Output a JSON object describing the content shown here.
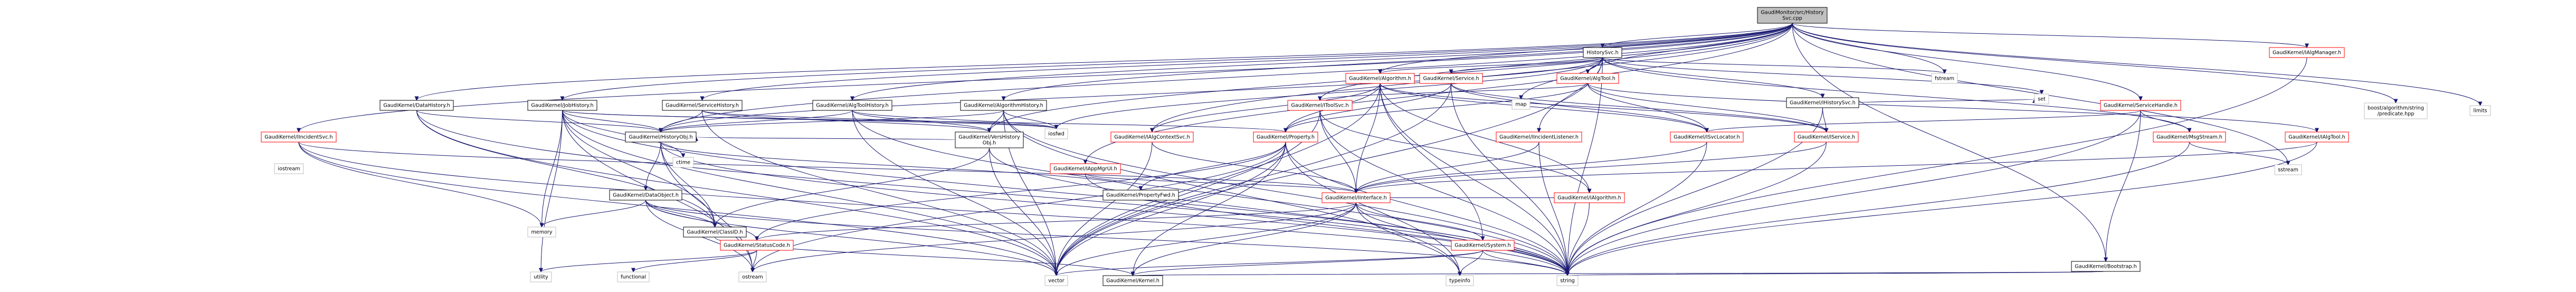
{
  "colors": {
    "edge": "#191970",
    "root_fill": "#bfbfbf",
    "documented_border": "#000000",
    "undocumented_border": "#bfbfbf",
    "incomplete_border": "#ff0000",
    "node_fill": "#ffffff",
    "text": "#000000"
  },
  "nodes": [
    {
      "id": "root",
      "lines": [
        "GaudiMonitor/src/History",
        "Svc.cpp"
      ],
      "kind": "root"
    },
    {
      "id": "dataHistory",
      "lines": [
        "GaudiKernel/DataHistory.h"
      ],
      "kind": "doc"
    },
    {
      "id": "jobHistory",
      "lines": [
        "GaudiKernel/JobHistory.h"
      ],
      "kind": "doc"
    },
    {
      "id": "serviceHistory",
      "lines": [
        "GaudiKernel/ServiceHistory.h"
      ],
      "kind": "doc"
    },
    {
      "id": "algToolHistory",
      "lines": [
        "GaudiKernel/AlgToolHistory.h"
      ],
      "kind": "doc"
    },
    {
      "id": "algorithmHistory",
      "lines": [
        "GaudiKernel/AlgorithmHistory.h"
      ],
      "kind": "doc"
    },
    {
      "id": "historySvcH",
      "lines": [
        "HistorySvc.h"
      ],
      "kind": "doc"
    },
    {
      "id": "bootstrap",
      "lines": [
        "GaudiKernel/Bootstrap.h"
      ],
      "kind": "doc"
    },
    {
      "id": "algorithm",
      "lines": [
        "GaudiKernel/Algorithm.h"
      ],
      "kind": "incomplete"
    },
    {
      "id": "algTool",
      "lines": [
        "GaudiKernel/AlgTool.h"
      ],
      "kind": "incomplete"
    },
    {
      "id": "service",
      "lines": [
        "GaudiKernel/Service.h"
      ],
      "kind": "incomplete"
    },
    {
      "id": "iHistorySvc",
      "lines": [
        "GaudiKernel/IHistorySvc.h"
      ],
      "kind": "doc"
    },
    {
      "id": "serviceHandle",
      "lines": [
        "GaudiKernel/ServiceHandle.h"
      ],
      "kind": "incomplete"
    },
    {
      "id": "iAlgManager",
      "lines": [
        "GaudiKernel/IAlgManager.h"
      ],
      "kind": "incomplete"
    },
    {
      "id": "iToolSvc",
      "lines": [
        "GaudiKernel/IToolSvc.h"
      ],
      "kind": "incomplete"
    },
    {
      "id": "iIncidentSvc",
      "lines": [
        "GaudiKernel/IIncidentSvc.h"
      ],
      "kind": "incomplete"
    },
    {
      "id": "iAppMgrUI",
      "lines": [
        "GaudiKernel/IAppMgrUI.h"
      ],
      "kind": "incomplete"
    },
    {
      "id": "ioStream",
      "lines": [
        "iostream"
      ],
      "kind": "undoc"
    },
    {
      "id": "fstream",
      "lines": [
        "fstream"
      ],
      "kind": "undoc"
    },
    {
      "id": "map",
      "lines": [
        "map"
      ],
      "kind": "undoc"
    },
    {
      "id": "set",
      "lines": [
        "set"
      ],
      "kind": "undoc"
    },
    {
      "id": "limits",
      "lines": [
        "limits"
      ],
      "kind": "undoc"
    },
    {
      "id": "boostPred",
      "lines": [
        "boost/algorithm/string",
        "/predicate.hpp"
      ],
      "kind": "undoc"
    },
    {
      "id": "sstream",
      "lines": [
        "sstream"
      ],
      "kind": "undoc"
    },
    {
      "id": "ctime",
      "lines": [
        "ctime"
      ],
      "kind": "undoc"
    },
    {
      "id": "iosfwd",
      "lines": [
        "iosfwd"
      ],
      "kind": "undoc"
    },
    {
      "id": "historyObj",
      "lines": [
        "GaudiKernel/HistoryObj.h"
      ],
      "kind": "doc"
    },
    {
      "id": "versHistoryObj",
      "lines": [
        "GaudiKernel/VersHistory",
        "Obj.h"
      ],
      "kind": "doc"
    },
    {
      "id": "iAlgContextSvc",
      "lines": [
        "GaudiKernel/IAlgContextSvc.h"
      ],
      "kind": "incomplete"
    },
    {
      "id": "iIncidentListener",
      "lines": [
        "GaudiKernel/IIncidentListener.h"
      ],
      "kind": "incomplete"
    },
    {
      "id": "iSvcLocator",
      "lines": [
        "GaudiKernel/ISvcLocator.h"
      ],
      "kind": "incomplete"
    },
    {
      "id": "iService",
      "lines": [
        "GaudiKernel/IService.h"
      ],
      "kind": "incomplete"
    },
    {
      "id": "msgStream",
      "lines": [
        "GaudiKernel/MsgStream.h"
      ],
      "kind": "incomplete"
    },
    {
      "id": "iAlgTool",
      "lines": [
        "GaudiKernel/IAlgTool.h"
      ],
      "kind": "incomplete"
    },
    {
      "id": "property",
      "lines": [
        "GaudiKernel/Property.h"
      ],
      "kind": "incomplete"
    },
    {
      "id": "dataObject",
      "lines": [
        "GaudiKernel/DataObject.h"
      ],
      "kind": "doc"
    },
    {
      "id": "propertyFwd",
      "lines": [
        "GaudiKernel/PropertyFwd.h"
      ],
      "kind": "doc"
    },
    {
      "id": "iInterface",
      "lines": [
        "GaudiKernel/IInterface.h"
      ],
      "kind": "incomplete"
    },
    {
      "id": "iAlgorithm",
      "lines": [
        "GaudiKernel/IAlgorithm.h"
      ],
      "kind": "incomplete"
    },
    {
      "id": "classID",
      "lines": [
        "GaudiKernel/ClassID.h"
      ],
      "kind": "doc"
    },
    {
      "id": "statusCode",
      "lines": [
        "GaudiKernel/StatusCode.h"
      ],
      "kind": "incomplete"
    },
    {
      "id": "system",
      "lines": [
        "GaudiKernel/System.h"
      ],
      "kind": "incomplete"
    },
    {
      "id": "memory",
      "lines": [
        "memory"
      ],
      "kind": "undoc"
    },
    {
      "id": "utility",
      "lines": [
        "utility"
      ],
      "kind": "undoc"
    },
    {
      "id": "functional",
      "lines": [
        "functional"
      ],
      "kind": "undoc"
    },
    {
      "id": "ostream",
      "lines": [
        "ostream"
      ],
      "kind": "undoc"
    },
    {
      "id": "vector",
      "lines": [
        "vector"
      ],
      "kind": "undoc"
    },
    {
      "id": "kernel",
      "lines": [
        "GaudiKernel/Kernel.h"
      ],
      "kind": "doc"
    },
    {
      "id": "typeinfo",
      "lines": [
        "typeinfo"
      ],
      "kind": "undoc"
    },
    {
      "id": "string",
      "lines": [
        "string"
      ],
      "kind": "undoc"
    }
  ],
  "edges": [
    [
      "root",
      "dataHistory"
    ],
    [
      "root",
      "jobHistory"
    ],
    [
      "root",
      "serviceHistory"
    ],
    [
      "root",
      "algToolHistory"
    ],
    [
      "root",
      "algorithmHistory"
    ],
    [
      "root",
      "historySvcH"
    ],
    [
      "root",
      "bootstrap"
    ],
    [
      "root",
      "iAlgManager"
    ],
    [
      "root",
      "iToolSvc"
    ],
    [
      "root",
      "iAlgContextSvc"
    ],
    [
      "root",
      "iIncidentSvc"
    ],
    [
      "root",
      "iAppMgrUI"
    ],
    [
      "root",
      "algorithm"
    ],
    [
      "root",
      "algTool"
    ],
    [
      "root",
      "serviceHandle"
    ],
    [
      "root",
      "iostream"
    ],
    [
      "root",
      "fstream"
    ],
    [
      "root",
      "limits"
    ],
    [
      "root",
      "boostPred"
    ],
    [
      "root",
      "sstream"
    ],
    [
      "root",
      "historyObj"
    ],
    [
      "root",
      "versHistoryObj"
    ],
    [
      "historySvcH",
      "algorithm"
    ],
    [
      "historySvcH",
      "service"
    ],
    [
      "historySvcH",
      "iHistorySvc"
    ],
    [
      "historySvcH",
      "algTool"
    ],
    [
      "historySvcH",
      "iIncidentListener"
    ],
    [
      "historySvcH",
      "historyObj"
    ],
    [
      "historySvcH",
      "map"
    ],
    [
      "historySvcH",
      "set"
    ],
    [
      "historySvcH",
      "fstream"
    ],
    [
      "historySvcH",
      "msgStream"
    ],
    [
      "historySvcH",
      "iosfwd"
    ],
    [
      "historySvcH",
      "vector"
    ],
    [
      "historySvcH",
      "string"
    ],
    [
      "dataHistory",
      "historyObj"
    ],
    [
      "dataHistory",
      "iostream"
    ],
    [
      "dataHistory",
      "classID"
    ],
    [
      "dataHistory",
      "string"
    ],
    [
      "dataHistory",
      "vector"
    ],
    [
      "jobHistory",
      "historyObj"
    ],
    [
      "jobHistory",
      "iosfwd"
    ],
    [
      "jobHistory",
      "ctime"
    ],
    [
      "jobHistory",
      "memory"
    ],
    [
      "jobHistory",
      "string"
    ],
    [
      "jobHistory",
      "vector"
    ],
    [
      "jobHistory",
      "utility"
    ],
    [
      "jobHistory",
      "ostream"
    ],
    [
      "jobHistory",
      "classID"
    ],
    [
      "jobHistory",
      "property"
    ],
    [
      "serviceHistory",
      "historyObj"
    ],
    [
      "serviceHistory",
      "iosfwd"
    ],
    [
      "serviceHistory",
      "versHistoryObj"
    ],
    [
      "serviceHistory",
      "vector"
    ],
    [
      "algToolHistory",
      "historyObj"
    ],
    [
      "algToolHistory",
      "versHistoryObj"
    ],
    [
      "algToolHistory",
      "iosfwd"
    ],
    [
      "algToolHistory",
      "vector"
    ],
    [
      "algToolHistory",
      "string"
    ],
    [
      "algorithmHistory",
      "historyObj"
    ],
    [
      "algorithmHistory",
      "versHistoryObj"
    ],
    [
      "algorithmHistory",
      "iosfwd"
    ],
    [
      "algorithmHistory",
      "vector"
    ],
    [
      "algorithmHistory",
      "typeinfo"
    ],
    [
      "algorithmHistory",
      "string"
    ],
    [
      "historyObj",
      "dataObject"
    ],
    [
      "historyObj",
      "classID"
    ],
    [
      "historyObj",
      "propertyFwd"
    ],
    [
      "historyObj",
      "ostream"
    ],
    [
      "historyObj",
      "string"
    ],
    [
      "versHistoryObj",
      "historyObj"
    ],
    [
      "versHistoryObj",
      "string"
    ],
    [
      "versHistoryObj",
      "vector"
    ],
    [
      "versHistoryObj",
      "classID"
    ],
    [
      "dataObject",
      "classID"
    ],
    [
      "dataObject",
      "statusCode"
    ],
    [
      "dataObject",
      "memory"
    ],
    [
      "dataObject",
      "vector"
    ],
    [
      "dataObject",
      "string"
    ],
    [
      "dataObject",
      "ostream"
    ],
    [
      "algorithm",
      "property"
    ],
    [
      "algorithm",
      "iAlgorithm"
    ],
    [
      "algorithm",
      "iService"
    ],
    [
      "algorithm",
      "iAlgContextSvc"
    ],
    [
      "algorithm",
      "iSvcLocator"
    ],
    [
      "algorithm",
      "system"
    ],
    [
      "algorithm",
      "iInterface"
    ],
    [
      "algorithm",
      "string"
    ],
    [
      "algorithm",
      "vector"
    ],
    [
      "algTool",
      "iAlgTool"
    ],
    [
      "algTool",
      "iService"
    ],
    [
      "algTool",
      "iSvcLocator"
    ],
    [
      "algTool",
      "iToolSvc"
    ],
    [
      "algTool",
      "property"
    ],
    [
      "service",
      "iService"
    ],
    [
      "service",
      "iSvcLocator"
    ],
    [
      "service",
      "property"
    ],
    [
      "service",
      "string"
    ],
    [
      "service",
      "vector"
    ],
    [
      "iHistorySvc",
      "iService"
    ],
    [
      "iHistorySvc",
      "string"
    ],
    [
      "iHistorySvc",
      "set"
    ],
    [
      "serviceHandle",
      "iSvcLocator"
    ],
    [
      "serviceHandle",
      "msgStream"
    ],
    [
      "serviceHandle",
      "bootstrap"
    ],
    [
      "serviceHandle",
      "string"
    ],
    [
      "iAlgManager",
      "string"
    ],
    [
      "iToolSvc",
      "iInterface"
    ],
    [
      "iToolSvc",
      "string"
    ],
    [
      "iToolSvc",
      "vector"
    ],
    [
      "iToolSvc",
      "iAlgorithm"
    ],
    [
      "iAlgContextSvc",
      "iInterface"
    ],
    [
      "iAlgContextSvc",
      "vector"
    ],
    [
      "iIncidentListener",
      "iInterface"
    ],
    [
      "iIncidentListener",
      "string"
    ],
    [
      "iIncidentSvc",
      "iInterface"
    ],
    [
      "iIncidentSvc",
      "string"
    ],
    [
      "iIncidentSvc",
      "vector"
    ],
    [
      "iIncidentSvc",
      "memory"
    ],
    [
      "iAppMgrUI",
      "iInterface"
    ],
    [
      "iAppMgrUI",
      "string"
    ],
    [
      "iSvcLocator",
      "iInterface"
    ],
    [
      "iSvcLocator",
      "string"
    ],
    [
      "iService",
      "iInterface"
    ],
    [
      "iService",
      "string"
    ],
    [
      "msgStream",
      "sstream"
    ],
    [
      "msgStream",
      "iostream"
    ],
    [
      "msgStream",
      "string"
    ],
    [
      "iAlgTool",
      "iInterface"
    ],
    [
      "iAlgTool",
      "string"
    ],
    [
      "property",
      "propertyFwd"
    ],
    [
      "property",
      "string"
    ],
    [
      "property",
      "kernel"
    ],
    [
      "property",
      "vector"
    ],
    [
      "property",
      "typeinfo"
    ],
    [
      "property",
      "statusCode"
    ],
    [
      "property",
      "ostream"
    ],
    [
      "iInterface",
      "system"
    ],
    [
      "iInterface",
      "statusCode"
    ],
    [
      "iInterface",
      "kernel"
    ],
    [
      "iInterface",
      "typeinfo"
    ],
    [
      "iInterface",
      "string"
    ],
    [
      "iInterface",
      "ostream"
    ],
    [
      "iInterface",
      "vector"
    ],
    [
      "iAlgorithm",
      "iInterface"
    ],
    [
      "iAlgorithm",
      "string"
    ],
    [
      "classID",
      "kernel"
    ],
    [
      "statusCode",
      "utility"
    ],
    [
      "statusCode",
      "functional"
    ],
    [
      "statusCode",
      "ostream"
    ],
    [
      "statusCode",
      "iostream"
    ],
    [
      "system",
      "kernel"
    ],
    [
      "system",
      "string"
    ],
    [
      "system",
      "vector"
    ],
    [
      "system",
      "typeinfo"
    ],
    [
      "bootstrap",
      "kernel"
    ],
    [
      "bootstrap",
      "string"
    ]
  ]
}
